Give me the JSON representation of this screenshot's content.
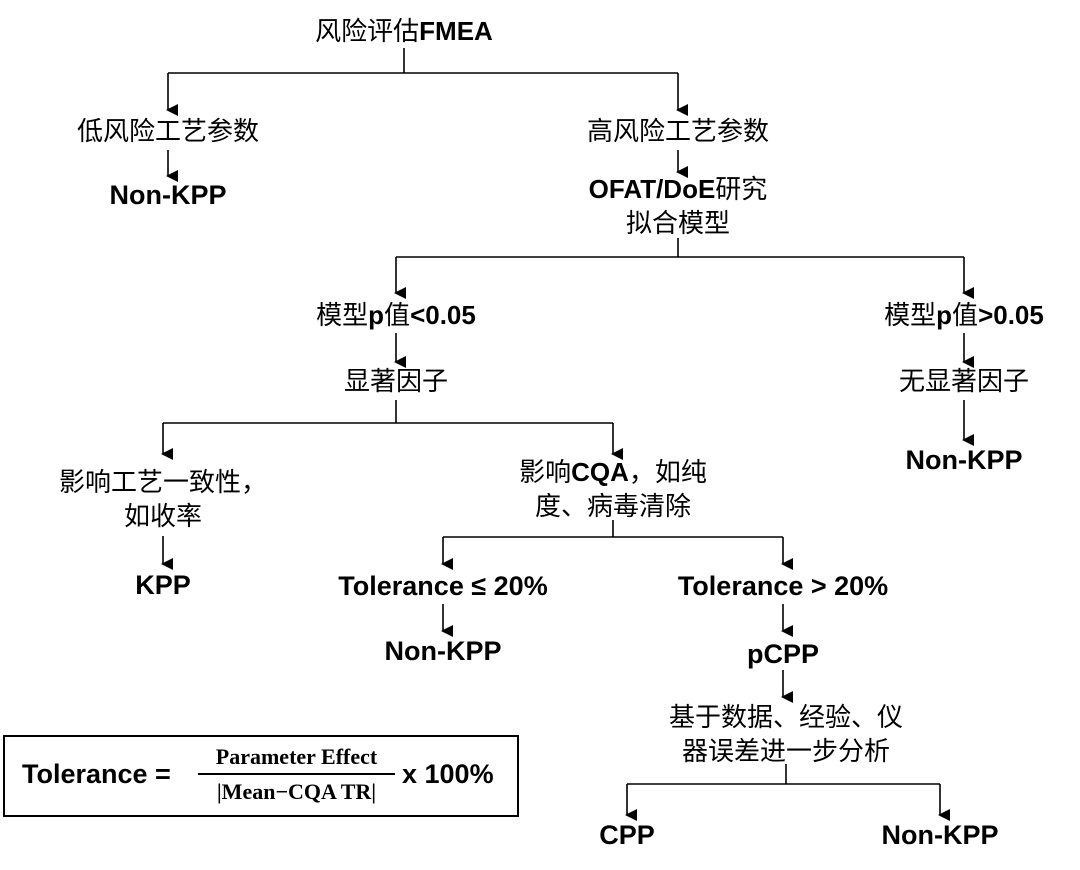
{
  "nodes": {
    "root": {
      "lines": [
        {
          "cjk": "风险评估",
          "latin": "FMEA"
        }
      ]
    },
    "low_risk": {
      "lines": [
        {
          "cjk": "低风险工艺参数"
        }
      ]
    },
    "non_kpp_1": {
      "lines": [
        {
          "latin": "Non-KPP"
        }
      ]
    },
    "high_risk": {
      "lines": [
        {
          "cjk": "高风险工艺参数"
        }
      ]
    },
    "ofat_doe": {
      "lines": [
        {
          "latin": "OFAT/DoE",
          "cjk": "研究"
        },
        {
          "cjk": "拟合模型"
        }
      ]
    },
    "p_less": {
      "lines": [
        {
          "cjk": "模型",
          "latin": "p",
          "cjk2": "值",
          "latin2": "<0.05"
        }
      ]
    },
    "p_greater": {
      "lines": [
        {
          "cjk": "模型",
          "latin": "p",
          "cjk2": "值",
          "latin2": ">0.05"
        }
      ]
    },
    "sig_factor": {
      "lines": [
        {
          "cjk": "显著因子"
        }
      ]
    },
    "no_sig": {
      "lines": [
        {
          "cjk": "无显著因子"
        }
      ]
    },
    "non_kpp_2": {
      "lines": [
        {
          "latin": "Non-KPP"
        }
      ]
    },
    "consistency": {
      "lines": [
        {
          "cjk": "影响工艺一致性，"
        },
        {
          "cjk": "如收率"
        }
      ]
    },
    "cqa": {
      "lines": [
        {
          "cjk": "影响",
          "latin": "CQA",
          "cjk2": "，如纯"
        },
        {
          "cjk": "度、病毒清除"
        }
      ]
    },
    "kpp": {
      "lines": [
        {
          "latin": "KPP"
        }
      ]
    },
    "tol_le": {
      "lines": [
        {
          "latin": "Tolerance ≤ 20%"
        }
      ]
    },
    "tol_gt": {
      "lines": [
        {
          "latin": "Tolerance > 20%"
        }
      ]
    },
    "non_kpp_3": {
      "lines": [
        {
          "latin": "Non-KPP"
        }
      ]
    },
    "pcpp": {
      "lines": [
        {
          "latin": "pCPP"
        }
      ]
    },
    "analysis": {
      "lines": [
        {
          "cjk": "基于数据、经验、仪"
        },
        {
          "cjk": "器误差进一步分析"
        }
      ]
    },
    "cpp": {
      "lines": [
        {
          "latin": "CPP"
        }
      ]
    },
    "non_kpp_4": {
      "lines": [
        {
          "latin": "Non-KPP"
        }
      ]
    }
  },
  "formula": {
    "label": "Tolerance =",
    "numerator": "Parameter Effect",
    "denominator": "|Mean−CQA TR|",
    "multiplier": "x 100%"
  },
  "colors": {
    "line": "#000000",
    "text": "#000000",
    "background": "#ffffff"
  }
}
